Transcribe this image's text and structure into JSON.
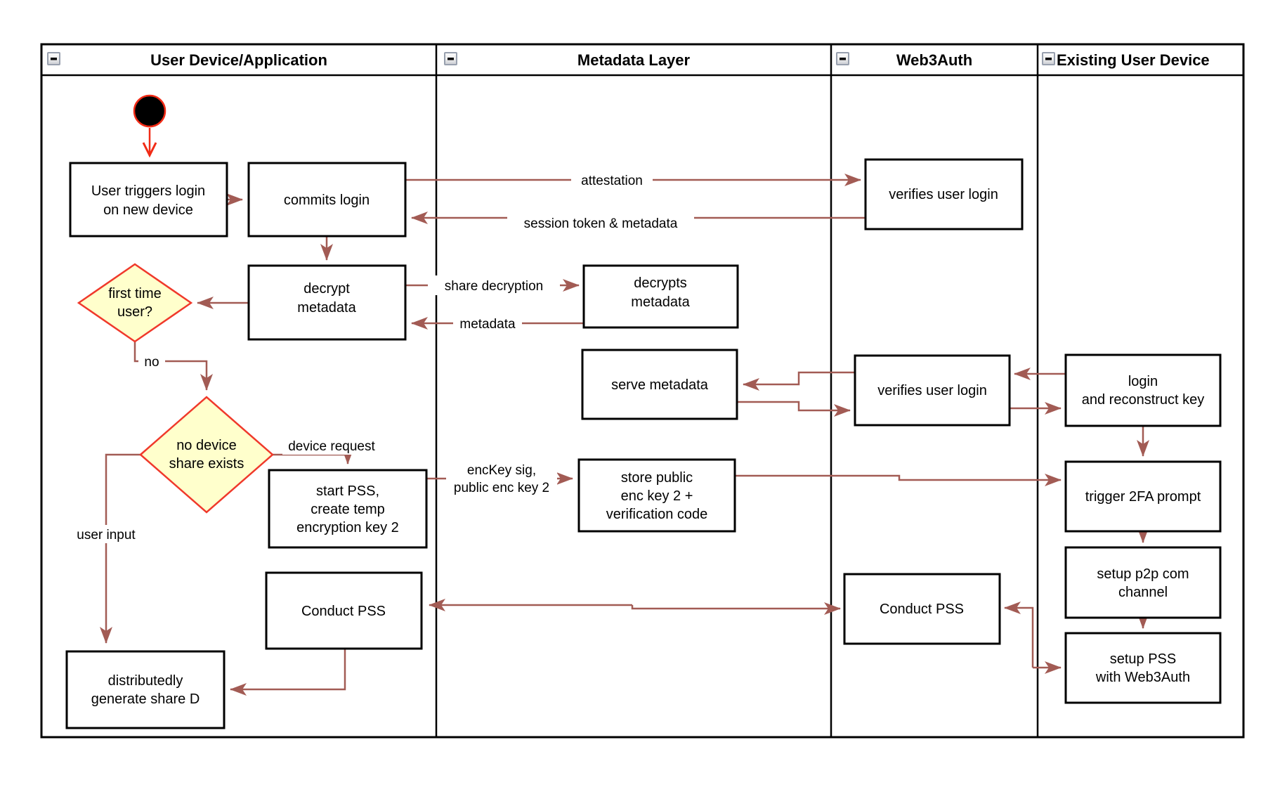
{
  "lanes": [
    {
      "title": "User Device/Application"
    },
    {
      "title": "Metadata Layer"
    },
    {
      "title": "Web3Auth"
    },
    {
      "title": "Existing User Device"
    }
  ],
  "nodes": {
    "user_triggers": {
      "l1": "User triggers login",
      "l2": "on new device"
    },
    "commits_login": {
      "l1": "commits login"
    },
    "decrypt_meta": {
      "l1": "decrypt",
      "l2": "metadata"
    },
    "first_time": {
      "l1": "first time",
      "l2": "user?"
    },
    "no_device": {
      "l1": "no device",
      "l2": "share exists"
    },
    "start_pss": {
      "l1": "start PSS,",
      "l2": "create temp",
      "l3": "encryption key 2"
    },
    "conduct_user": {
      "l1": "Conduct PSS"
    },
    "distributedly": {
      "l1": "distributedly",
      "l2": "generate share D"
    },
    "decrypts_meta": {
      "l1": "decrypts",
      "l2": "metadata"
    },
    "serve_meta": {
      "l1": "serve metadata"
    },
    "store_public": {
      "l1": "store public",
      "l2": "enc key 2 +",
      "l3": "verification code"
    },
    "verifies_top": {
      "l1": "verifies user login"
    },
    "verifies_mid": {
      "l1": "verifies user login"
    },
    "conduct_web3": {
      "l1": "Conduct PSS"
    },
    "login_key": {
      "l1": "login",
      "l2": "and reconstruct key"
    },
    "trigger_2fa": {
      "l1": "trigger 2FA prompt"
    },
    "setup_p2p": {
      "l1": "setup p2p com",
      "l2": "channel"
    },
    "setup_pss": {
      "l1": "setup PSS",
      "l2": "with Web3Auth"
    }
  },
  "labels": {
    "attestation": "attestation",
    "session_token": "session token & metadata",
    "share_decryption": "share decryption",
    "metadata": "metadata",
    "no": "no",
    "device_request": "device request",
    "user_input": "user input",
    "enckey_l1": "encKey sig,",
    "enckey_l2": "public enc key 2"
  },
  "colors": {
    "arrow": "#a25b54",
    "start_red": "#f12b16",
    "diamond_fill": "#ffffcc",
    "diamond_border": "#f0392b",
    "box_border": "#000000",
    "background": "#ffffff"
  }
}
